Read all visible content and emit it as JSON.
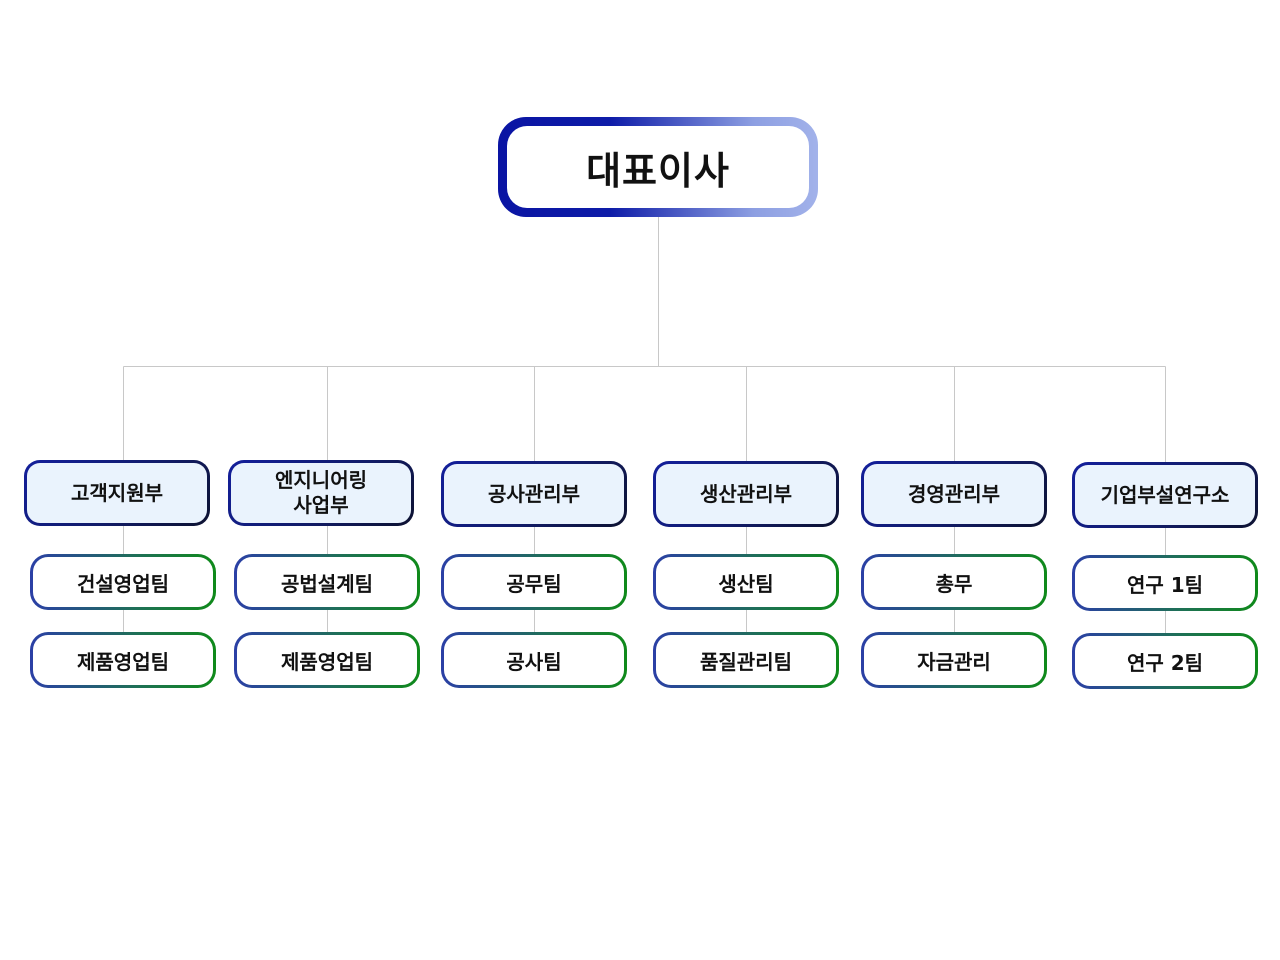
{
  "root": {
    "label": "대표이사"
  },
  "departments": [
    {
      "label": "고객지원부",
      "teams": [
        {
          "label": "건설영업팀"
        },
        {
          "label": "제품영업팀"
        }
      ]
    },
    {
      "label": "엔지니어링\n사업부",
      "teams": [
        {
          "label": "공법설계팀"
        },
        {
          "label": "제품영업팀"
        }
      ]
    },
    {
      "label": "공사관리부",
      "teams": [
        {
          "label": "공무팀"
        },
        {
          "label": "공사팀"
        }
      ]
    },
    {
      "label": "생산관리부",
      "teams": [
        {
          "label": "생산팀"
        },
        {
          "label": "품질관리팀"
        }
      ]
    },
    {
      "label": "경영관리부",
      "teams": [
        {
          "label": "총무"
        },
        {
          "label": "자금관리"
        }
      ]
    },
    {
      "label": "기업부설연구소",
      "teams": [
        {
          "label": "연구 1팀"
        },
        {
          "label": "연구 2팀"
        }
      ]
    }
  ],
  "colors": {
    "connector": "#c8c8c8",
    "dept_border": "#121c6a",
    "dept_fill": "#eaf3fd",
    "team_border_start": "#2b3fa6",
    "team_border_end": "#0f8a1a",
    "root_border_start": "#0a14a3",
    "root_border_end": "#a2b2ea"
  }
}
